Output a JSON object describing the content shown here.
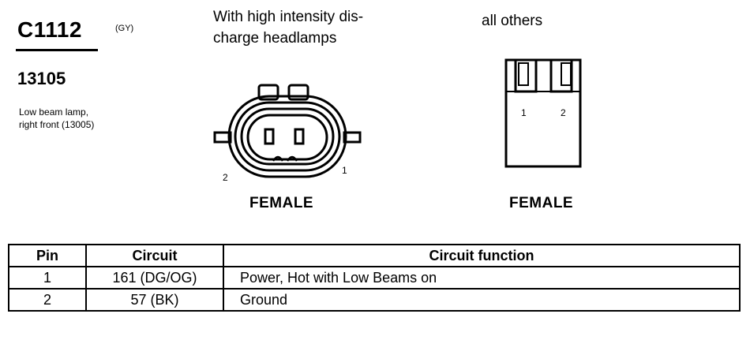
{
  "connector": {
    "id": "C1112",
    "color_code": "(GY)",
    "part_number": "13105",
    "description_line1": "Low beam lamp,",
    "description_line2": "right front (13005)"
  },
  "variant_hid": {
    "title_line1": "With high intensity dis-",
    "title_line2": "charge headlamps",
    "pin_left": "2",
    "pin_right": "1",
    "gender": "FEMALE"
  },
  "variant_other": {
    "title": "all others",
    "pin_left": "1",
    "pin_right": "2",
    "gender": "FEMALE"
  },
  "table": {
    "headers": [
      "Pin",
      "Circuit",
      "Circuit function"
    ],
    "rows": [
      {
        "pin": "1",
        "circuit": "161 (DG/OG)",
        "function": "Power, Hot with Low Beams on"
      },
      {
        "pin": "2",
        "circuit": "57 (BK)",
        "function": "Ground"
      }
    ]
  }
}
